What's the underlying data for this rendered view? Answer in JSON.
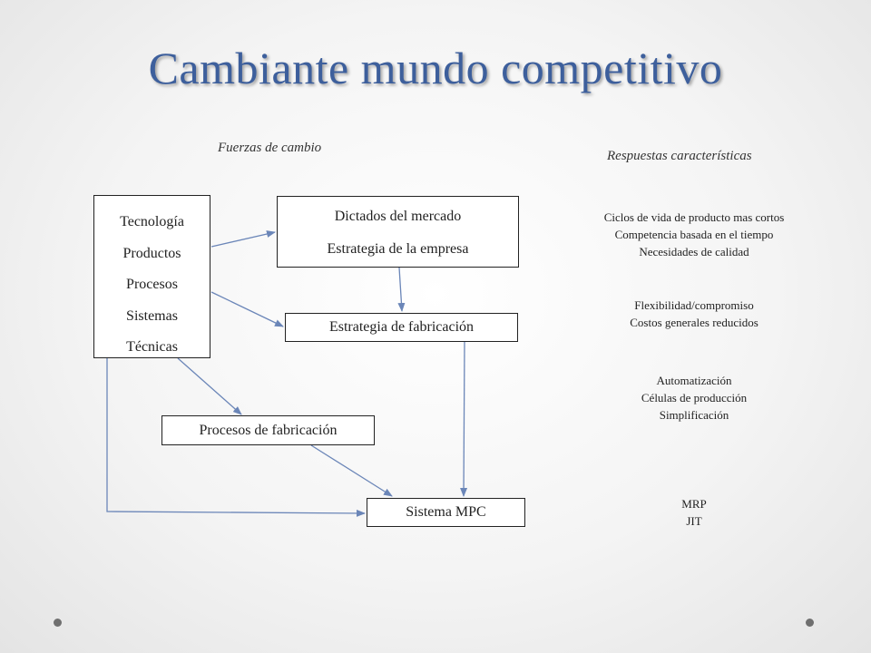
{
  "title": "Cambiante mundo competitivo",
  "headings": {
    "forces": "Fuerzas de cambio",
    "responses": "Respuestas características"
  },
  "boxes": {
    "forces": [
      "Tecnología",
      "Productos",
      "Procesos",
      "Sistemas",
      "Técnicas"
    ],
    "market": [
      "Dictados del mercado",
      "Estrategia de la empresa"
    ],
    "manufacturing_strategy": "Estrategia de fabricación",
    "manufacturing_processes": "Procesos de fabricación",
    "mpc_system": "Sistema MPC"
  },
  "responses": [
    [
      "Ciclos de vida de producto mas cortos",
      "Competencia basada en el tiempo",
      "Necesidades de calidad"
    ],
    [
      "Flexibilidad/compromiso",
      "Costos generales reducidos"
    ],
    [
      "Automatización",
      "Células de producción",
      "Simplificación"
    ],
    [
      "MRP",
      "JIT"
    ]
  ],
  "colors": {
    "title": "#3d5f9c",
    "arrow": "#6b86b8",
    "box_border": "#222222"
  }
}
